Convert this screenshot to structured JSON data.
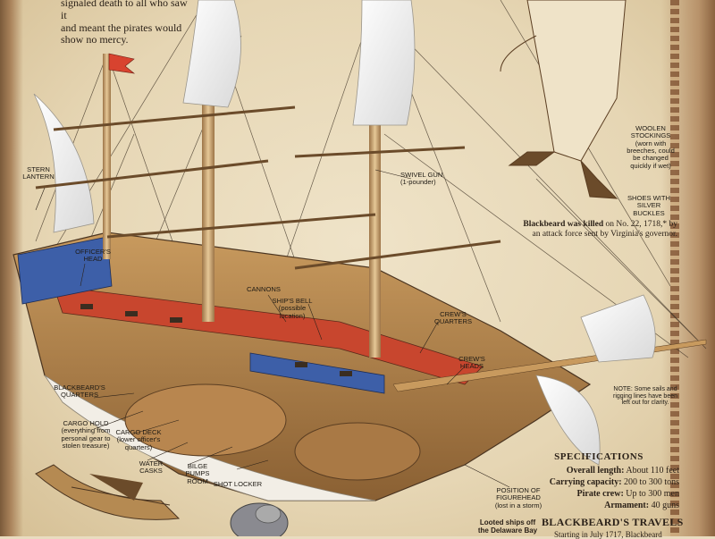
{
  "intro_text": [
    "signaled death to all who saw it",
    "and meant the pirates would",
    "show no mercy."
  ],
  "labels": {
    "stern_lantern": "STERN LANTERN",
    "swivel_gun": "SWIVEL GUN",
    "swivel_gun_sub": "(1-pounder)",
    "officers_head": "OFFICER'S HEAD",
    "cannons": "CANNONS",
    "ships_bell": "SHIP'S BELL",
    "ships_bell_sub": "(possible location)",
    "crews_quarters": "CREW'S QUARTERS",
    "crews_heads": "CREW'S HEADS",
    "blackbeards_quarters": "BLACKBEARD'S QUARTERS",
    "cargo_hold": "CARGO HOLD",
    "cargo_hold_sub": "(everything from personal gear to stolen treasure)",
    "cargo_deck": "CARGO DECK",
    "cargo_deck_sub": "(lower officer's quarters)",
    "water_casks": "WATER CASKS",
    "bilge_pumps": "BILGE PUMPS ROOM",
    "shot_locker": "SHOT LOCKER",
    "figurehead": "POSITION OF FIGUREHEAD",
    "figurehead_sub": "(lost in a storm)",
    "woolen_stockings": "WOOLEN STOCKINGS",
    "woolen_stockings_sub": "(worn with breeches, could be changed quickly if wet)",
    "shoes": "SHOES WITH SILVER BUCKLES"
  },
  "note": "NOTE: Some sails and rigging lines have been left out for clarity.",
  "killed_bold": "Blackbeard was killed",
  "killed_rest": "on No. 22, 1718,* by an attack force sent by Virginia's governor.",
  "specs": {
    "title": "SPECIFICATIONS",
    "rows": [
      {
        "k": "Overall length:",
        "v": "About 110 feet"
      },
      {
        "k": "Carrying capacity:",
        "v": "200 to 300 tons"
      },
      {
        "k": "Pirate crew:",
        "v": "Up to 300 men"
      },
      {
        "k": "Armament:",
        "v": "40 guns"
      }
    ]
  },
  "looted": "Looted ships off the Delaware Bay",
  "travels_title": "BLACKBEARD'S TRAVELS",
  "travels_text": "Starting in July 1717, Blackbeard"
}
